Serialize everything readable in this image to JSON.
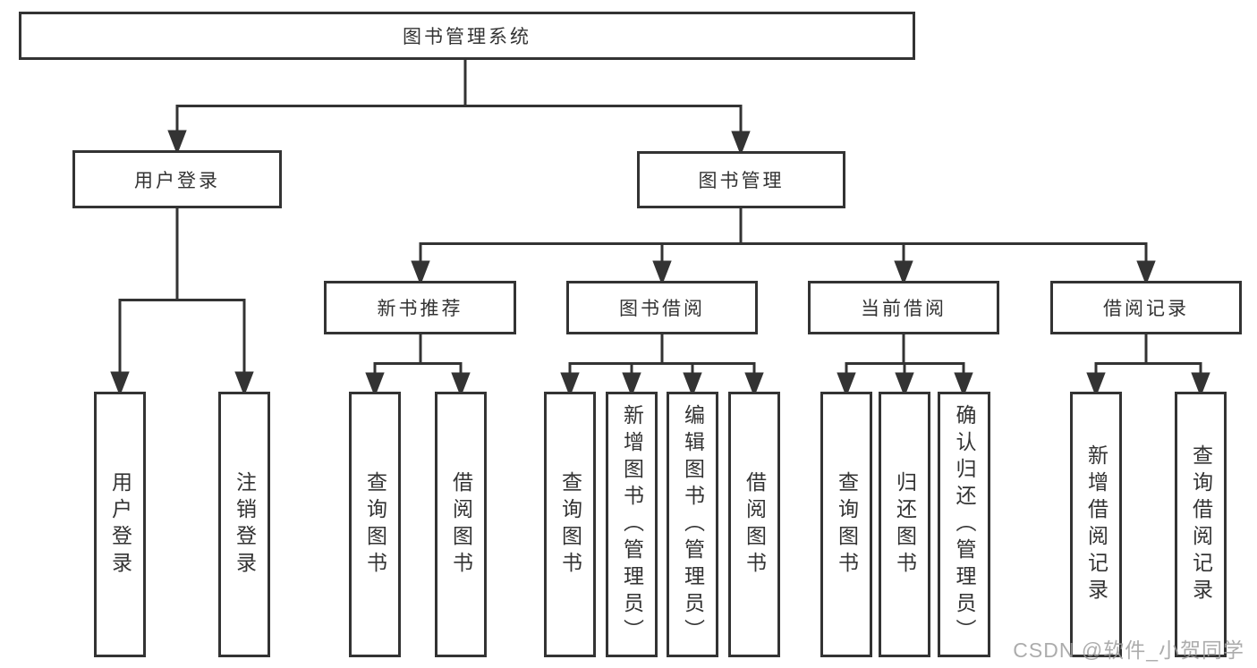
{
  "diagram": {
    "type": "org-tree",
    "colors": {
      "line": "#333333",
      "box_border": "#333333",
      "box_background": "#ffffff",
      "page_background": "#ffffff",
      "watermark_text": "#9e9e9e"
    }
  },
  "tree": {
    "label": "图书管理系统",
    "children": [
      {
        "label": "用户登录",
        "children": [
          {
            "label": "用户登录"
          },
          {
            "label": "注销登录"
          }
        ]
      },
      {
        "label": "图书管理",
        "children": [
          {
            "label": "新书推荐",
            "children": [
              {
                "label": "查询图书"
              },
              {
                "label": "借阅图书"
              }
            ]
          },
          {
            "label": "图书借阅",
            "children": [
              {
                "label": "查询图书"
              },
              {
                "label": "新增图书（管理员）"
              },
              {
                "label": "编辑图书（管理员）"
              },
              {
                "label": "借阅图书"
              }
            ]
          },
          {
            "label": "当前借阅",
            "children": [
              {
                "label": "查询图书"
              },
              {
                "label": "归还图书"
              },
              {
                "label": "确认归还（管理员）"
              }
            ]
          },
          {
            "label": "借阅记录",
            "children": [
              {
                "label": "新增借阅记录"
              },
              {
                "label": "查询借阅记录"
              }
            ]
          }
        ]
      }
    ]
  },
  "watermark": {
    "text": "CSDN @软件_小贺同学"
  }
}
